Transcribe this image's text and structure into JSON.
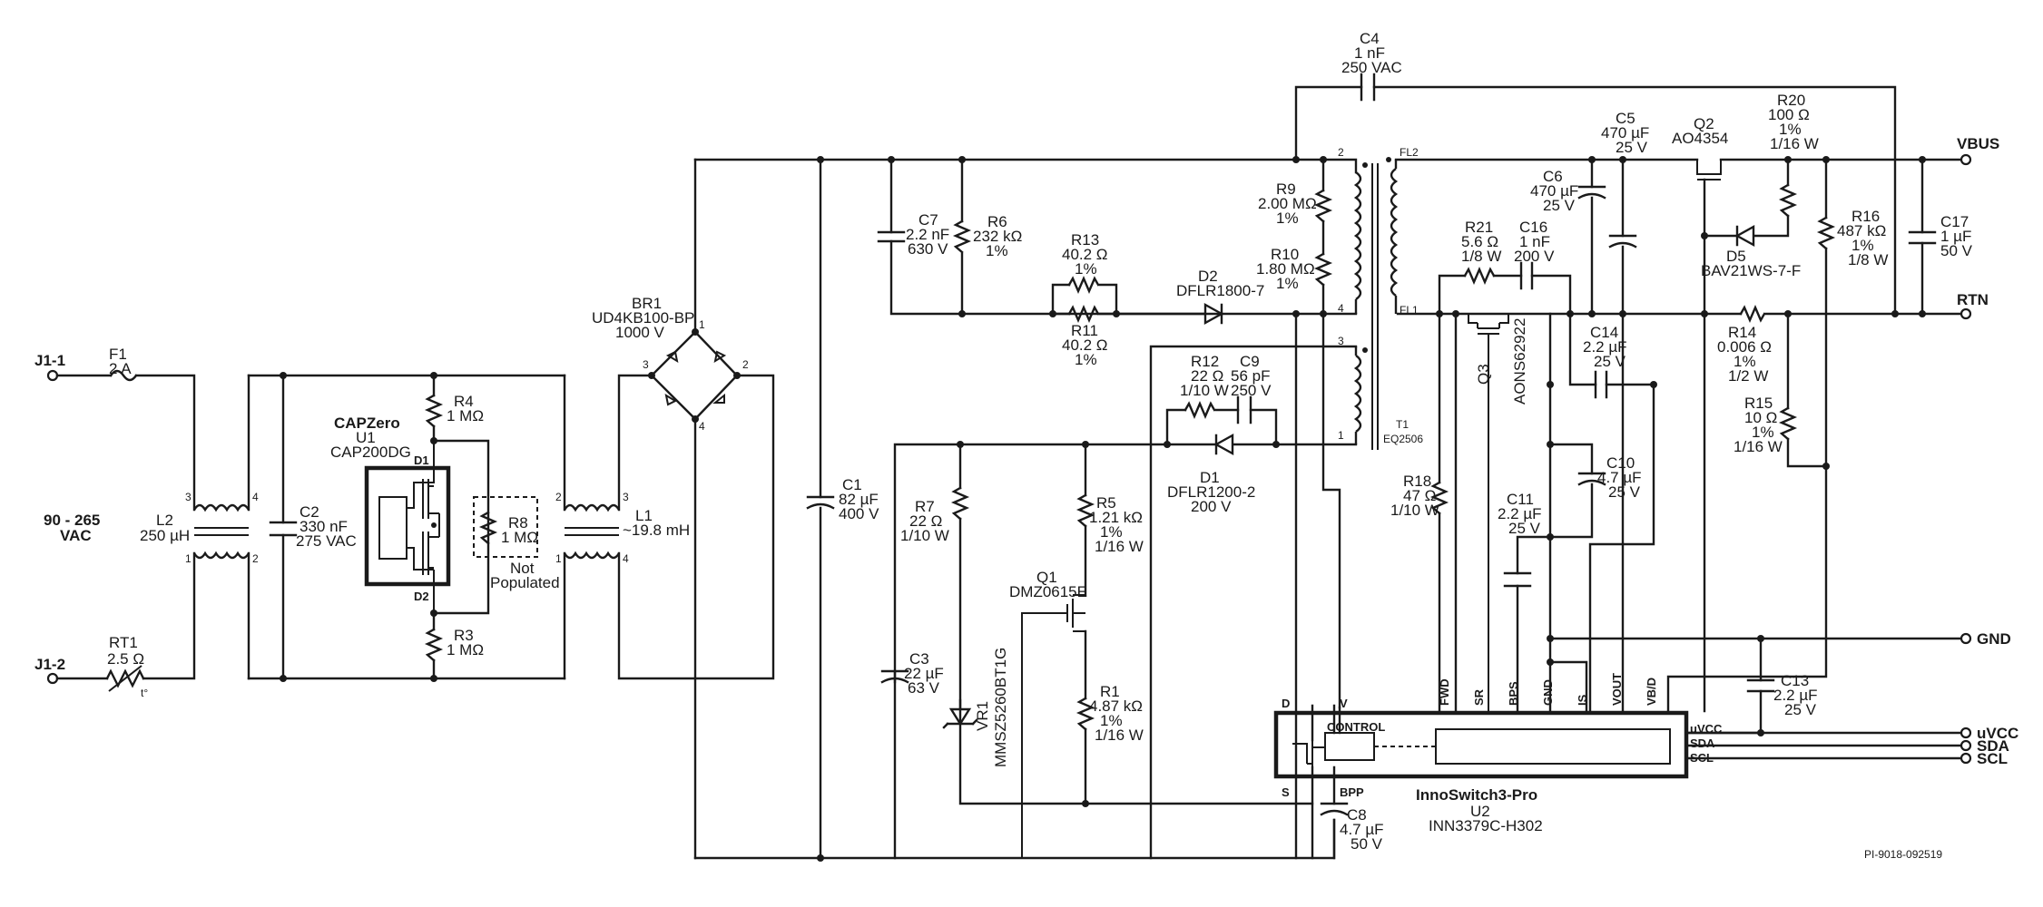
{
  "connectors": {
    "j1_1": "J1-1",
    "j1_2": "J1-2",
    "input_range": [
      "90 - 265",
      "VAC"
    ]
  },
  "components": {
    "f1": {
      "ref": "F1",
      "value": "2 A"
    },
    "rt1": {
      "ref": "RT1",
      "value": "2.5 Ω",
      "symbol": "t°"
    },
    "l2": {
      "ref": "L2",
      "value": "250 µH"
    },
    "c2": {
      "ref": "C2",
      "value": "330 nF",
      "rating": "275 VAC"
    },
    "u1": {
      "name": "CAPZero",
      "ref": "U1",
      "part": "CAP200DG",
      "pin_d1": "D1",
      "pin_d2": "D2"
    },
    "r4": {
      "ref": "R4",
      "value": "1 MΩ"
    },
    "r3": {
      "ref": "R3",
      "value": "1 MΩ"
    },
    "r8": {
      "ref": "R8",
      "value": "1 MΩ",
      "note": [
        "Not",
        "Populated"
      ]
    },
    "l1": {
      "ref": "L1",
      "value": "~19.8 mH"
    },
    "br1": {
      "ref": "BR1",
      "part": "UD4KB100-BP",
      "rating": "1000 V"
    },
    "c1": {
      "ref": "C1",
      "value": "82 µF",
      "rating": "400 V"
    },
    "c7": {
      "ref": "C7",
      "value": "2.2 nF",
      "rating": "630 V"
    },
    "r6": {
      "ref": "R6",
      "value": "232 kΩ",
      "tol": "1%"
    },
    "r13": {
      "ref": "R13",
      "value": "40.2 Ω",
      "tol": "1%"
    },
    "r11": {
      "ref": "R11",
      "value": "40.2 Ω",
      "tol": "1%"
    },
    "d2": {
      "ref": "D2",
      "part": "DFLR1800-7"
    },
    "r9": {
      "ref": "R9",
      "value": "2.00 MΩ",
      "tol": "1%"
    },
    "r10": {
      "ref": "R10",
      "value": "1.80 MΩ",
      "tol": "1%"
    },
    "c4": {
      "ref": "C4",
      "value": "1 nF",
      "rating": "250 VAC"
    },
    "t1": {
      "ref": "T1",
      "part": "EQ2506",
      "fl1": "FL1",
      "fl2": "FL2"
    },
    "r12": {
      "ref": "R12",
      "value": "22 Ω",
      "power": "1/10 W"
    },
    "c9": {
      "ref": "C9",
      "value": "56 pF",
      "rating": "250 V"
    },
    "d1": {
      "ref": "D1",
      "part": "DFLR1200-2",
      "rating": "200 V"
    },
    "r7": {
      "ref": "R7",
      "value": "22 Ω",
      "power": "1/10 W"
    },
    "r5": {
      "ref": "R5",
      "value": "1.21 kΩ",
      "tol": "1%",
      "power": "1/16 W"
    },
    "q1": {
      "ref": "Q1",
      "part": "DMZ0615E"
    },
    "r1": {
      "ref": "R1",
      "value": "4.87 kΩ",
      "tol": "1%",
      "power": "1/16 W"
    },
    "c3": {
      "ref": "C3",
      "value": "22 µF",
      "rating": "63 V"
    },
    "vr1": {
      "ref": "VR1",
      "part": "MMSZ5260BT1G"
    },
    "c8": {
      "ref": "C8",
      "value": "4.7 µF",
      "rating": "50 V"
    },
    "r21": {
      "ref": "R21",
      "value": "5.6 Ω",
      "power": "1/8 W"
    },
    "c16": {
      "ref": "C16",
      "value": "1 nF",
      "rating": "200 V"
    },
    "c6": {
      "ref": "C6",
      "value": "470 µF",
      "rating": "25 V"
    },
    "c5": {
      "ref": "C5",
      "value": "470 µF",
      "rating": "25 V"
    },
    "q3": {
      "ref": "Q3",
      "part": "AONS62922"
    },
    "q2": {
      "ref": "Q2",
      "part": "AO4354"
    },
    "r20": {
      "ref": "R20",
      "value": "100 Ω",
      "tol": "1%",
      "power": "1/16 W"
    },
    "d5": {
      "ref": "D5",
      "part": "BAV21WS-7-F"
    },
    "r16": {
      "ref": "R16",
      "value": "487 kΩ",
      "tol": "1%",
      "power": "1/8 W"
    },
    "c17": {
      "ref": "C17",
      "value": "1 µF",
      "rating": "50 V"
    },
    "r14": {
      "ref": "R14",
      "value": "0.006 Ω",
      "tol": "1%",
      "power": "1/2 W"
    },
    "c14": {
      "ref": "C14",
      "value": "2.2 µF",
      "rating": "25 V"
    },
    "r15": {
      "ref": "R15",
      "value": "10 Ω",
      "tol": "1%",
      "power": "1/16 W"
    },
    "r18": {
      "ref": "R18",
      "value": "47 Ω",
      "power": "1/10 W"
    },
    "c11": {
      "ref": "C11",
      "value": "2.2 µF",
      "rating": "25 V"
    },
    "c10": {
      "ref": "C10",
      "value": "4.7 µF",
      "rating": "25 V"
    },
    "c13": {
      "ref": "C13",
      "value": "2.2 µF",
      "rating": "25 V"
    }
  },
  "ic_u2": {
    "family": "InnoSwitch3-Pro",
    "ref": "U2",
    "part": "INN3379C-H302",
    "control": "CONTROL",
    "pins_top": [
      "D",
      "V",
      "FWD",
      "SR",
      "BPS",
      "GND",
      "IS",
      "VOUT",
      "VB/D"
    ],
    "pins_bottom": [
      "S",
      "BPP"
    ],
    "pins_right": [
      "uVCC",
      "SDA",
      "SCL"
    ]
  },
  "outputs": [
    "VBUS",
    "RTN",
    "GND",
    "uVCC",
    "SDA",
    "SCL"
  ],
  "drawing_number": "PI-9018-092519"
}
